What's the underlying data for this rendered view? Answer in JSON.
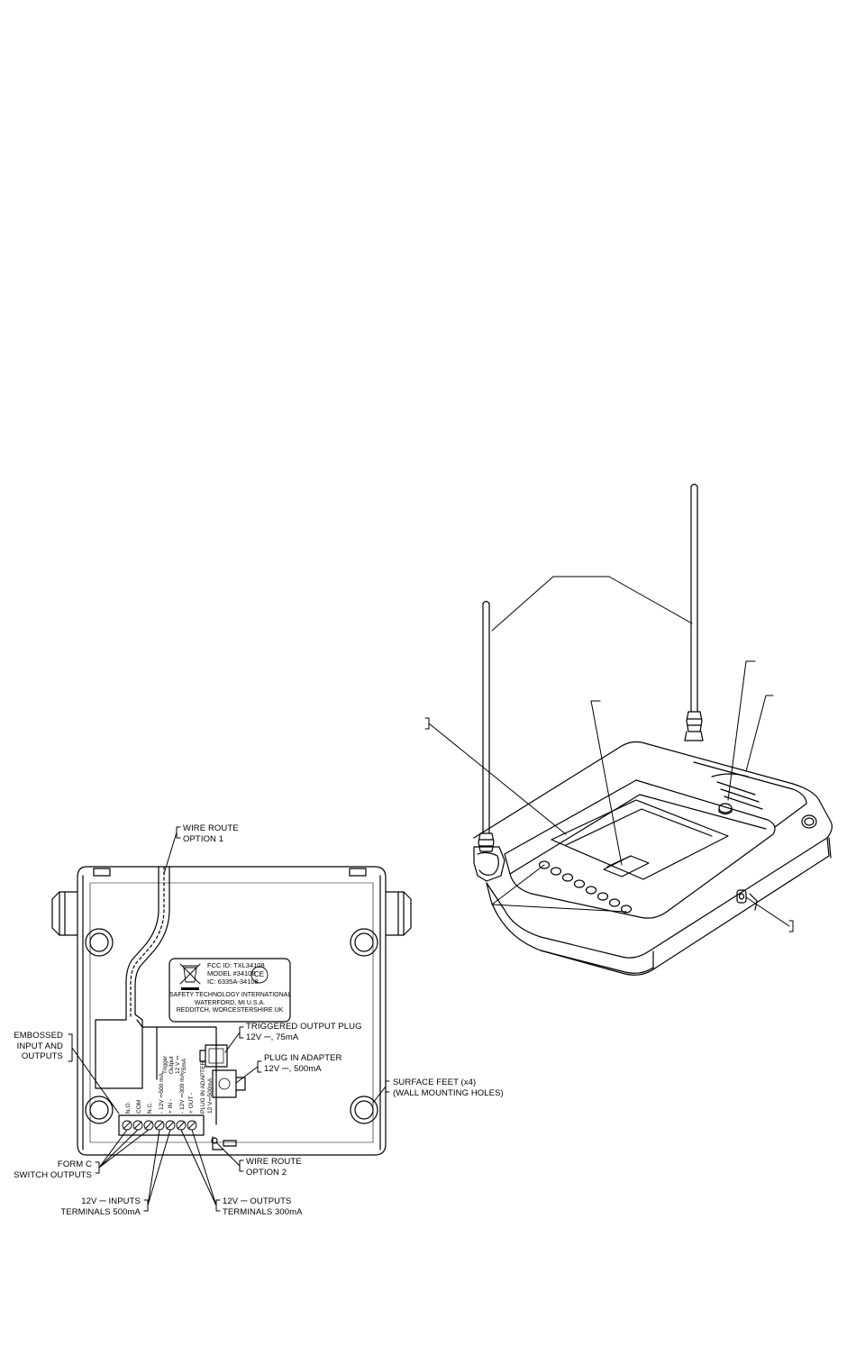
{
  "bottom_view": {
    "labels": {
      "wire_route_1": [
        "WIRE ROUTE",
        "OPTION 1"
      ],
      "triggered_output_plug": [
        "TRIGGERED OUTPUT PLUG",
        "12V ⎓, 75mA"
      ],
      "plug_in_adapter": [
        "PLUG IN ADAPTER",
        "12V ⎓, 500mA"
      ],
      "embossed": [
        "EMBOSSED",
        "INPUT AND",
        "OUTPUTS"
      ],
      "surface_feet": [
        "SURFACE FEET (x4)",
        "(WALL MOUNTING HOLES)"
      ],
      "form_c": [
        "FORM C",
        "SWITCH OUTPUTS"
      ],
      "wire_route_2": [
        "WIRE ROUTE",
        "OPTION 2"
      ],
      "inputs": [
        "12V ⎓ INPUTS",
        "TERMINALS 500mA"
      ],
      "outputs": [
        "12V ⎓ OUTPUTS",
        "TERMINALS 300mA"
      ]
    },
    "nameplate": {
      "fcc_id": "FCC ID: TXL34108",
      "model": "MODEL #34108",
      "ic": "IC: 6335A-34108",
      "ce_mark": "CE",
      "maker": "SAFETY TECHNOLOGY INTERNATIONAL",
      "city_us": "WATERFORD, MI U.S.A.",
      "city_uk": "REDDITCH, WORCESTERSHIRE UK"
    },
    "embossed_text": {
      "trigger_output": [
        "Trigger",
        "Output",
        "12 V ⎓",
        "75mA"
      ],
      "nc_com_no": [
        "N.O.",
        "COM",
        "N.C."
      ],
      "in_row": "- 12V ⎓500 mA",
      "in": "+ IN -",
      "out_row": "- 12V ⎓300 mA",
      "out": "+ OUT -",
      "plug_adapter": [
        "PLUG IN ADAPTER",
        "12 V⎓500mA"
      ]
    }
  },
  "top_view": {
    "labels": {}
  }
}
